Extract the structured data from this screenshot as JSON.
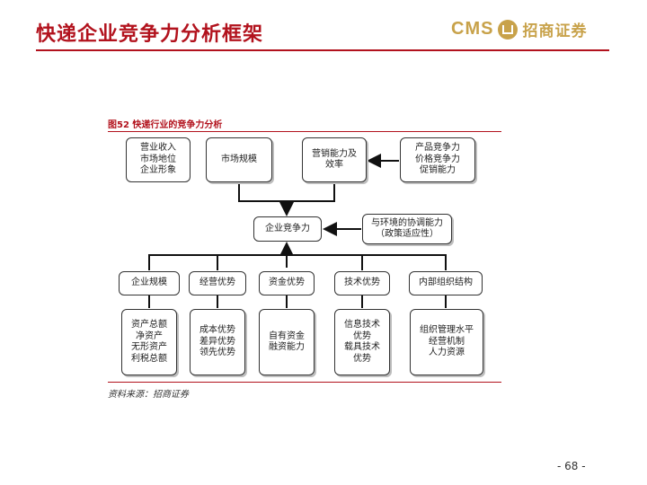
{
  "header": {
    "title": "快递企业竞争力分析框架",
    "logo_text": "CMS",
    "logo_cn": "招商证券"
  },
  "figure": {
    "caption": "图52  快递行业的竞争力分析",
    "source": "资料来源：招商证券"
  },
  "nodes": {
    "revenue_position": "营业收入\n市场地位\n企业形象",
    "market_scale": "市场规模",
    "marketing_ability": "营销能力及\n效率",
    "product_competitiveness": "产品竞争力\n价格竞争力\n促销能力",
    "enterprise_competitiveness": "企业竞争力",
    "environment_coordination": "与环境的协调能力\n（政策适应性）",
    "enterprise_scale": "企业规模",
    "operation_advantage": "经营优势",
    "capital_advantage": "资金优势",
    "tech_advantage": "技术优势",
    "internal_structure": "内部组织结构",
    "assets_detail": "资产总额\n净资产\n无形资产\n利税总额",
    "cost_detail": "成本优势\n差异优势\n领先优势",
    "funds_detail": "自有资金\n融资能力",
    "tech_detail": "信息技术\n优势\n载具技术\n优势",
    "org_detail": "组织管理水平\n经营机制\n人力资源"
  },
  "footer": {
    "page_number": "- 68 -"
  }
}
